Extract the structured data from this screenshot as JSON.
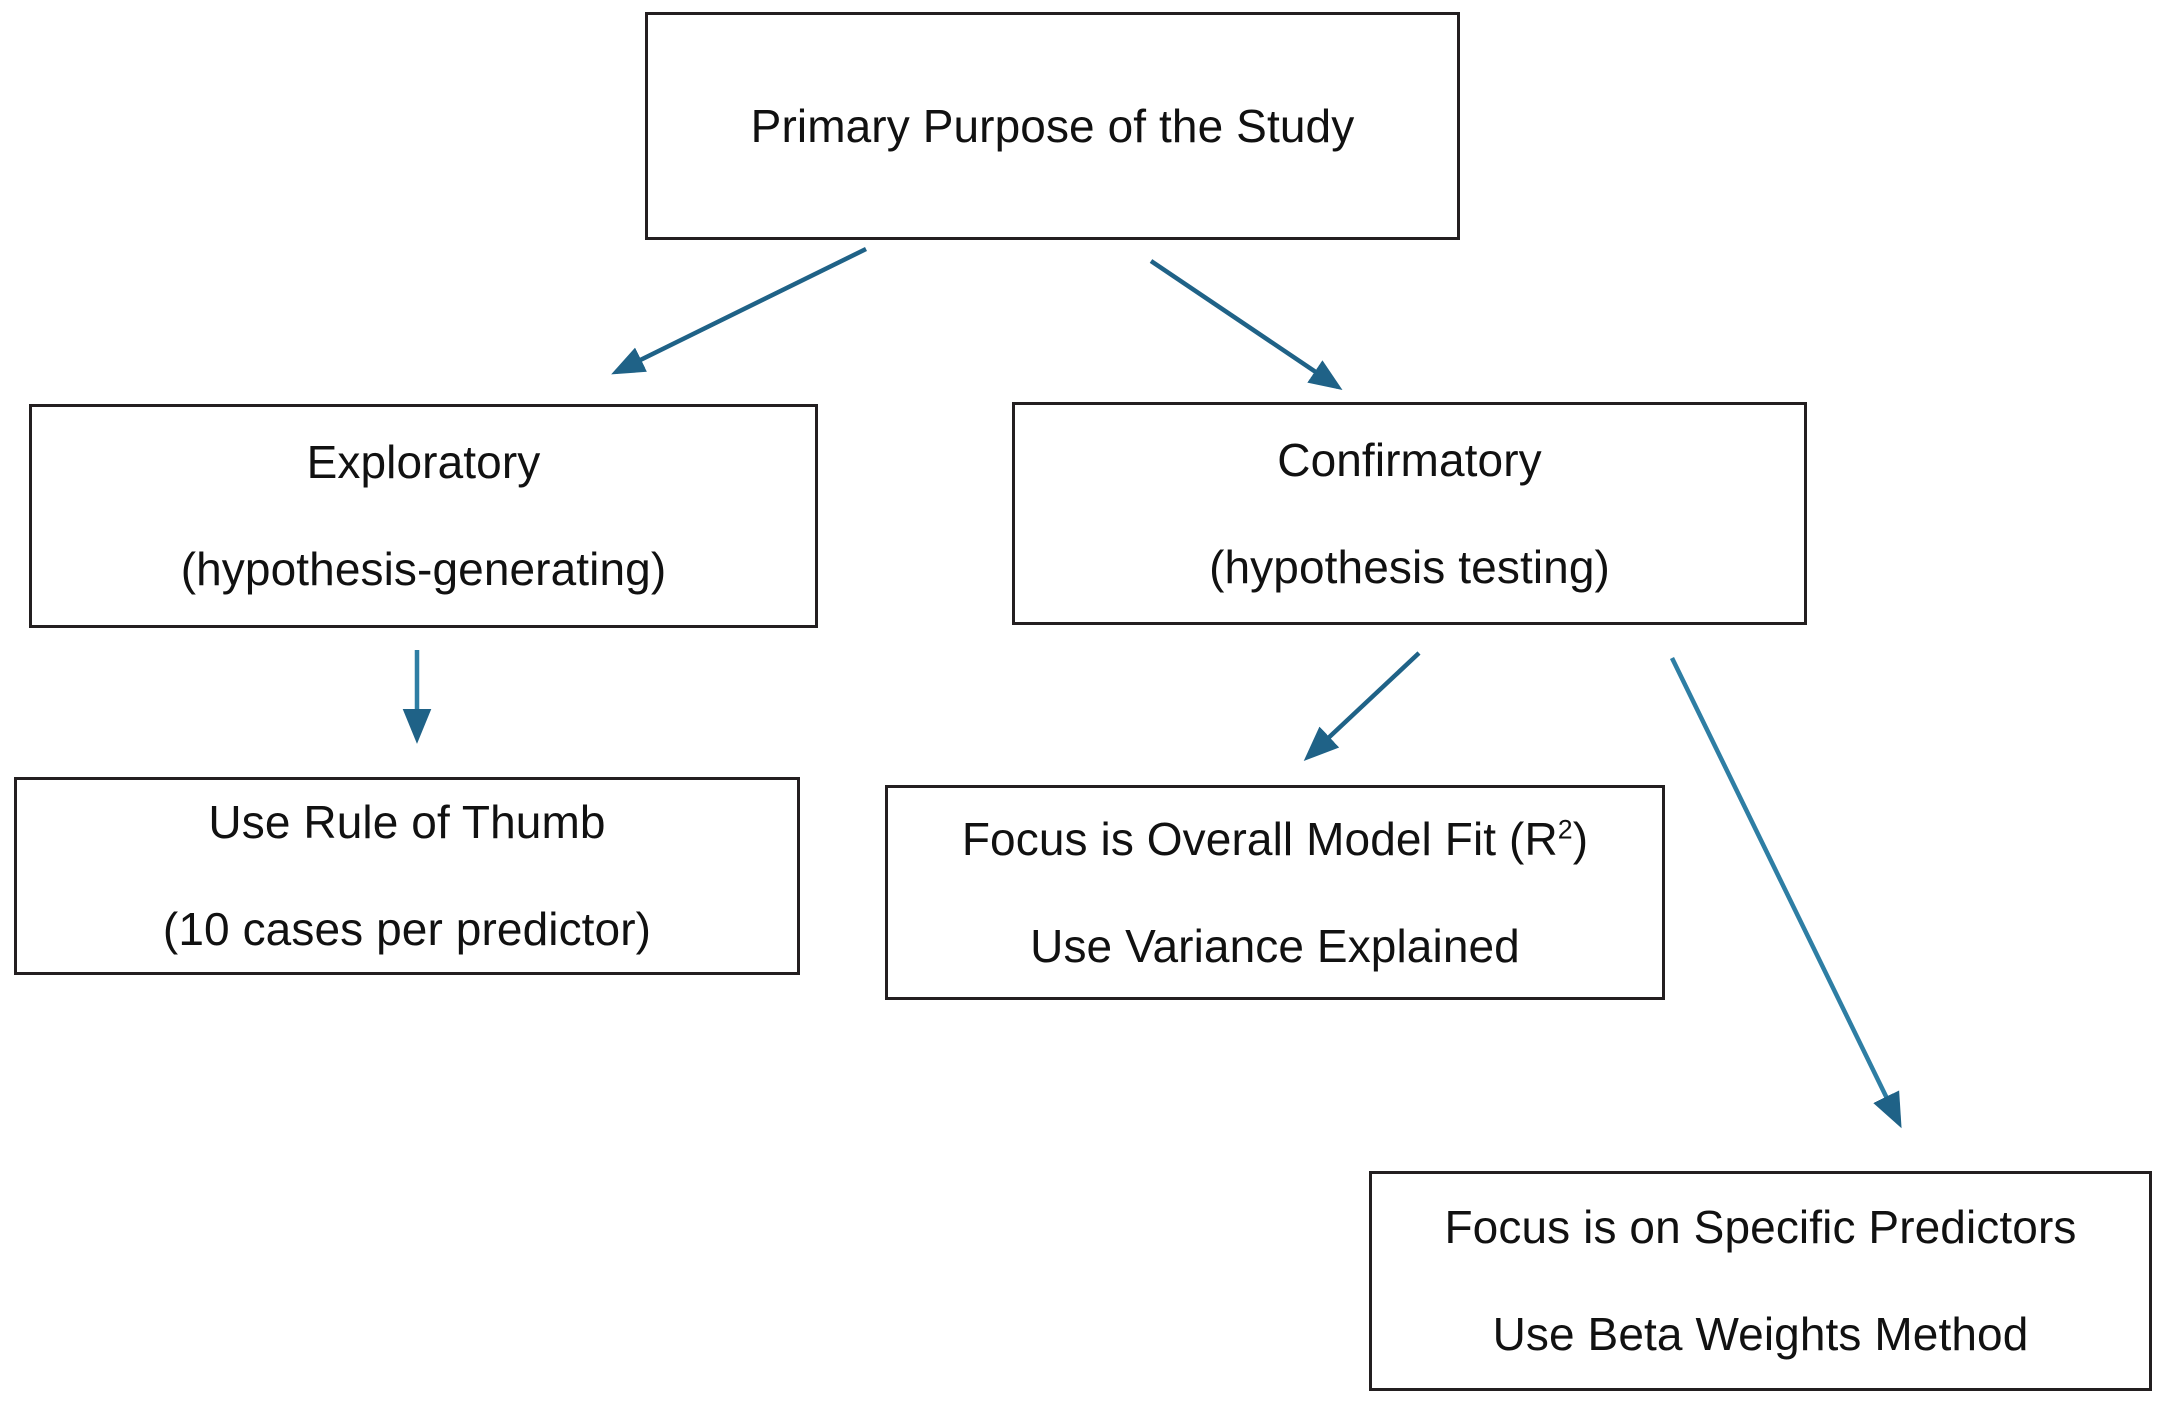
{
  "diagram": {
    "title": "Primary Purpose of the Study decision flowchart",
    "background_color": "#ffffff",
    "box_border_color": "#231f20",
    "text_color": "#111111",
    "arrow_color": "#1F6287",
    "nodes": {
      "root": {
        "line1": "Primary Purpose of the Study"
      },
      "exploratory": {
        "line1": "Exploratory",
        "line2": "(hypothesis-generating)"
      },
      "confirmatory": {
        "line1": "Confirmatory",
        "line2": "(hypothesis testing)"
      },
      "rule_of_thumb": {
        "line1": "Use Rule of Thumb",
        "line2": "(10 cases per predictor)"
      },
      "model_fit": {
        "line1_prefix": "Focus is Overall Model Fit (R",
        "line1_sup": "2",
        "line1_suffix": ")",
        "line2": "Use Variance Explained"
      },
      "specific_predictors": {
        "line1": "Focus is on Specific Predictors",
        "line2": "Use Beta Weights Method"
      }
    },
    "edges": [
      {
        "name": "root-to-exploratory",
        "from": "root",
        "to": "exploratory"
      },
      {
        "name": "root-to-confirmatory",
        "from": "root",
        "to": "confirmatory"
      },
      {
        "name": "exploratory-to-rule-thumb",
        "from": "exploratory",
        "to": "rule_of_thumb"
      },
      {
        "name": "confirmatory-to-model-fit",
        "from": "confirmatory",
        "to": "model_fit"
      },
      {
        "name": "confirmatory-to-predictors",
        "from": "confirmatory",
        "to": "specific_predictors"
      }
    ]
  }
}
